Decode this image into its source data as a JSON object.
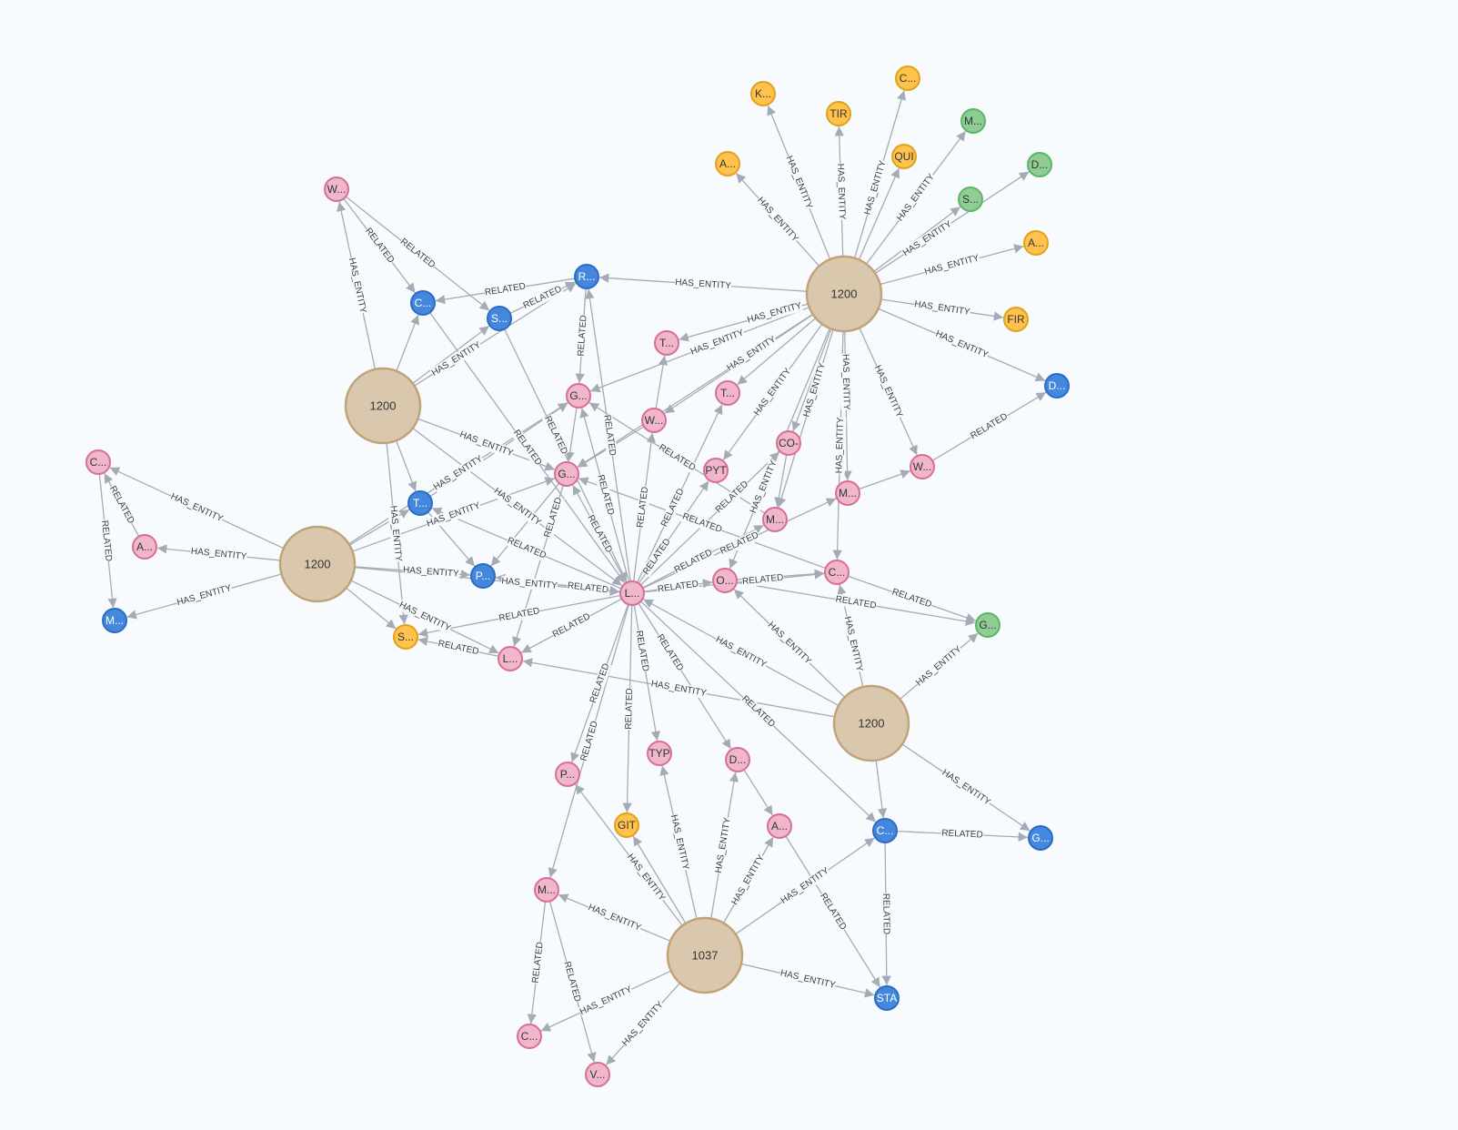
{
  "colors": {
    "background": "#f8fbfe",
    "hub": {
      "fill": "#d9c8ae",
      "stroke": "#c0a378"
    },
    "pink": {
      "fill": "#f0b7ca",
      "stroke": "#d96d98"
    },
    "blue": {
      "fill": "#4488dd",
      "stroke": "#2b6cc4"
    },
    "orange": {
      "fill": "#ffc24d",
      "stroke": "#e0a11b"
    },
    "green": {
      "fill": "#8fcd95",
      "stroke": "#5cb467"
    },
    "edge": "#a5abb6"
  },
  "relationship_types": {
    "has_entity": "HAS_ENTITY",
    "related": "RELATED"
  },
  "nodes": [
    {
      "id": "h1",
      "label": "1200",
      "kind": "hub"
    },
    {
      "id": "h2",
      "label": "1200",
      "kind": "hub"
    },
    {
      "id": "h3",
      "label": "1200",
      "kind": "hub"
    },
    {
      "id": "h4",
      "label": "1200",
      "kind": "hub"
    },
    {
      "id": "h5",
      "label": "1037",
      "kind": "hub"
    },
    {
      "id": "o_k",
      "label": "K...",
      "kind": "orange"
    },
    {
      "id": "o_tir",
      "label": "TIR",
      "kind": "orange"
    },
    {
      "id": "o_c",
      "label": "C...",
      "kind": "orange"
    },
    {
      "id": "o_a",
      "label": "A...",
      "kind": "orange"
    },
    {
      "id": "o_qui",
      "label": "QUI",
      "kind": "orange"
    },
    {
      "id": "o_a2",
      "label": "A...",
      "kind": "orange"
    },
    {
      "id": "o_fir",
      "label": "FIR",
      "kind": "orange"
    },
    {
      "id": "o_s",
      "label": "S...",
      "kind": "orange"
    },
    {
      "id": "o_git",
      "label": "GIT",
      "kind": "orange"
    },
    {
      "id": "g_m",
      "label": "M...",
      "kind": "green"
    },
    {
      "id": "g_d",
      "label": "D...",
      "kind": "green"
    },
    {
      "id": "g_s",
      "label": "S...",
      "kind": "green"
    },
    {
      "id": "g_g",
      "label": "G...",
      "kind": "green"
    },
    {
      "id": "b_r",
      "label": "R...",
      "kind": "blue"
    },
    {
      "id": "b_c",
      "label": "C...",
      "kind": "blue"
    },
    {
      "id": "b_s",
      "label": "S...",
      "kind": "blue"
    },
    {
      "id": "b_d",
      "label": "D...",
      "kind": "blue"
    },
    {
      "id": "b_t",
      "label": "T...",
      "kind": "blue"
    },
    {
      "id": "b_m",
      "label": "M...",
      "kind": "blue"
    },
    {
      "id": "b_p",
      "label": "P...",
      "kind": "blue"
    },
    {
      "id": "b_c2",
      "label": "C...",
      "kind": "blue"
    },
    {
      "id": "b_g",
      "label": "G...",
      "kind": "blue"
    },
    {
      "id": "b_sta",
      "label": "STA",
      "kind": "blue"
    },
    {
      "id": "p_w",
      "label": "W...",
      "kind": "pink"
    },
    {
      "id": "p_t",
      "label": "T...",
      "kind": "pink"
    },
    {
      "id": "p_t2",
      "label": "T...",
      "kind": "pink"
    },
    {
      "id": "p_g",
      "label": "G...",
      "kind": "pink"
    },
    {
      "id": "p_w2",
      "label": "W...",
      "kind": "pink"
    },
    {
      "id": "p_co",
      "label": "CO-",
      "kind": "pink"
    },
    {
      "id": "p_pyt",
      "label": "PYT",
      "kind": "pink"
    },
    {
      "id": "p_g2",
      "label": "G...",
      "kind": "pink"
    },
    {
      "id": "p_m",
      "label": "M...",
      "kind": "pink"
    },
    {
      "id": "p_w3",
      "label": "W...",
      "kind": "pink"
    },
    {
      "id": "p_m2",
      "label": "M...",
      "kind": "pink"
    },
    {
      "id": "p_c",
      "label": "C...",
      "kind": "pink"
    },
    {
      "id": "p_o",
      "label": "O...",
      "kind": "pink"
    },
    {
      "id": "p_l",
      "label": "L...",
      "kind": "pink"
    },
    {
      "id": "p_c3",
      "label": "C...",
      "kind": "pink"
    },
    {
      "id": "p_a",
      "label": "A...",
      "kind": "pink"
    },
    {
      "id": "p_l2",
      "label": "L...",
      "kind": "pink"
    },
    {
      "id": "p_p",
      "label": "P...",
      "kind": "pink"
    },
    {
      "id": "p_typ",
      "label": "TYP",
      "kind": "pink"
    },
    {
      "id": "p_d",
      "label": "D...",
      "kind": "pink"
    },
    {
      "id": "p_a3",
      "label": "A...",
      "kind": "pink"
    },
    {
      "id": "p_m3",
      "label": "M...",
      "kind": "pink"
    },
    {
      "id": "p_c4",
      "label": "C...",
      "kind": "pink"
    },
    {
      "id": "p_v",
      "label": "V...",
      "kind": "pink"
    }
  ],
  "edges": [
    [
      "h1",
      "o_k",
      "has_entity"
    ],
    [
      "h1",
      "o_tir",
      "has_entity"
    ],
    [
      "h1",
      "o_c",
      "has_entity"
    ],
    [
      "h1",
      "o_a",
      "has_entity"
    ],
    [
      "h1",
      "o_qui",
      "has_entity"
    ],
    [
      "h1",
      "g_m",
      "has_entity"
    ],
    [
      "h1",
      "g_s",
      "has_entity"
    ],
    [
      "h1",
      "g_d",
      "has_entity"
    ],
    [
      "h1",
      "o_a2",
      "has_entity"
    ],
    [
      "h1",
      "o_fir",
      "has_entity"
    ],
    [
      "h1",
      "b_d",
      "has_entity"
    ],
    [
      "h1",
      "p_w3",
      "has_entity"
    ],
    [
      "h1",
      "b_r",
      "has_entity"
    ],
    [
      "h1",
      "p_t",
      "has_entity"
    ],
    [
      "h1",
      "p_g",
      "has_entity"
    ],
    [
      "h1",
      "p_w2",
      "has_entity"
    ],
    [
      "h1",
      "p_t2",
      "has_entity"
    ],
    [
      "h1",
      "p_co",
      "has_entity"
    ],
    [
      "h1",
      "p_pyt",
      "has_entity"
    ],
    [
      "h1",
      "p_m2",
      "has_entity"
    ],
    [
      "h1",
      "p_m",
      "has_entity"
    ],
    [
      "h1",
      "p_c",
      "has_entity"
    ],
    [
      "h1",
      "p_o",
      "has_entity"
    ],
    [
      "h1",
      "p_g2",
      "has_entity"
    ],
    [
      "h2",
      "p_w",
      "has_entity"
    ],
    [
      "h2",
      "b_c",
      "has_entity"
    ],
    [
      "h2",
      "b_s",
      "has_entity"
    ],
    [
      "h2",
      "b_r",
      "has_entity"
    ],
    [
      "h2",
      "p_g2",
      "has_entity"
    ],
    [
      "h2",
      "b_t",
      "has_entity"
    ],
    [
      "h2",
      "o_s",
      "has_entity"
    ],
    [
      "h2",
      "p_l",
      "has_entity"
    ],
    [
      "h3",
      "p_c3",
      "has_entity"
    ],
    [
      "h3",
      "p_a",
      "has_entity"
    ],
    [
      "h3",
      "b_m",
      "has_entity"
    ],
    [
      "h3",
      "b_t",
      "has_entity"
    ],
    [
      "h3",
      "p_g",
      "has_entity"
    ],
    [
      "h3",
      "b_p",
      "has_entity"
    ],
    [
      "h3",
      "p_l",
      "has_entity"
    ],
    [
      "h3",
      "o_s",
      "has_entity"
    ],
    [
      "h3",
      "p_l2",
      "has_entity"
    ],
    [
      "h3",
      "p_g2",
      "has_entity"
    ],
    [
      "h4",
      "g_g",
      "has_entity"
    ],
    [
      "h4",
      "b_g",
      "has_entity"
    ],
    [
      "h4",
      "b_c2",
      "has_entity"
    ],
    [
      "h4",
      "p_c",
      "has_entity"
    ],
    [
      "h4",
      "p_o",
      "has_entity"
    ],
    [
      "h4",
      "p_l",
      "has_entity"
    ],
    [
      "h4",
      "p_l2",
      "has_entity"
    ],
    [
      "h5",
      "p_m3",
      "has_entity"
    ],
    [
      "h5",
      "p_c4",
      "has_entity"
    ],
    [
      "h5",
      "p_v",
      "has_entity"
    ],
    [
      "h5",
      "p_p",
      "has_entity"
    ],
    [
      "h5",
      "o_git",
      "has_entity"
    ],
    [
      "h5",
      "p_typ",
      "has_entity"
    ],
    [
      "h5",
      "p_d",
      "has_entity"
    ],
    [
      "h5",
      "p_a3",
      "has_entity"
    ],
    [
      "h5",
      "b_c2",
      "has_entity"
    ],
    [
      "h5",
      "b_sta",
      "has_entity"
    ],
    [
      "p_w",
      "b_c",
      "related"
    ],
    [
      "p_w",
      "b_s",
      "related"
    ],
    [
      "b_r",
      "b_c",
      "related"
    ],
    [
      "b_s",
      "b_r",
      "related"
    ],
    [
      "p_a",
      "p_c3",
      "related"
    ],
    [
      "p_c3",
      "b_m",
      "related"
    ],
    [
      "b_r",
      "p_g",
      "related"
    ],
    [
      "p_g",
      "p_g2",
      "related"
    ],
    [
      "p_w3",
      "b_d",
      "related"
    ],
    [
      "p_c",
      "g_g",
      "related"
    ],
    [
      "b_c2",
      "b_g",
      "related"
    ],
    [
      "b_c2",
      "b_sta",
      "related"
    ],
    [
      "p_a3",
      "b_sta",
      "related"
    ],
    [
      "p_m3",
      "p_c4",
      "related"
    ],
    [
      "p_m3",
      "p_v",
      "related"
    ],
    [
      "p_l2",
      "o_s",
      "related"
    ],
    [
      "p_w2",
      "p_t",
      "related"
    ],
    [
      "p_w2",
      "p_g2",
      "related"
    ],
    [
      "p_m",
      "p_w3",
      "related"
    ],
    [
      "p_co",
      "p_m2",
      "related"
    ],
    [
      "p_d",
      "p_a3",
      "related"
    ],
    [
      "p_o",
      "p_c",
      "related"
    ],
    [
      "p_o",
      "g_g",
      "related"
    ],
    [
      "p_c",
      "p_g2",
      "related"
    ],
    [
      "p_m2",
      "p_g",
      "related"
    ],
    [
      "b_c",
      "p_l",
      "related"
    ],
    [
      "b_s",
      "p_l",
      "related"
    ],
    [
      "p_l",
      "b_r",
      "related"
    ],
    [
      "p_l",
      "p_g",
      "related"
    ],
    [
      "p_l",
      "p_g2",
      "related"
    ],
    [
      "p_l",
      "p_w2",
      "related"
    ],
    [
      "p_l",
      "p_t2",
      "related"
    ],
    [
      "p_l",
      "p_pyt",
      "related"
    ],
    [
      "p_l",
      "p_co",
      "related"
    ],
    [
      "p_l",
      "p_m2",
      "related"
    ],
    [
      "p_l",
      "p_m",
      "related"
    ],
    [
      "p_l",
      "p_o",
      "related"
    ],
    [
      "p_l",
      "p_c",
      "related"
    ],
    [
      "p_l",
      "b_p",
      "related"
    ],
    [
      "p_l",
      "b_t",
      "related"
    ],
    [
      "p_l",
      "o_s",
      "related"
    ],
    [
      "p_l",
      "p_l2",
      "related"
    ],
    [
      "p_l",
      "p_p",
      "related"
    ],
    [
      "p_l",
      "o_git",
      "related"
    ],
    [
      "p_l",
      "p_typ",
      "related"
    ],
    [
      "p_l",
      "p_d",
      "related"
    ],
    [
      "p_l",
      "p_m3",
      "related"
    ],
    [
      "p_l",
      "b_c2",
      "related"
    ],
    [
      "b_p",
      "p_l",
      "related"
    ],
    [
      "p_g2",
      "b_p",
      "related"
    ],
    [
      "b_t",
      "p_g",
      "related"
    ],
    [
      "p_g2",
      "p_l2",
      "related"
    ],
    [
      "b_t",
      "b_p",
      "related"
    ]
  ]
}
